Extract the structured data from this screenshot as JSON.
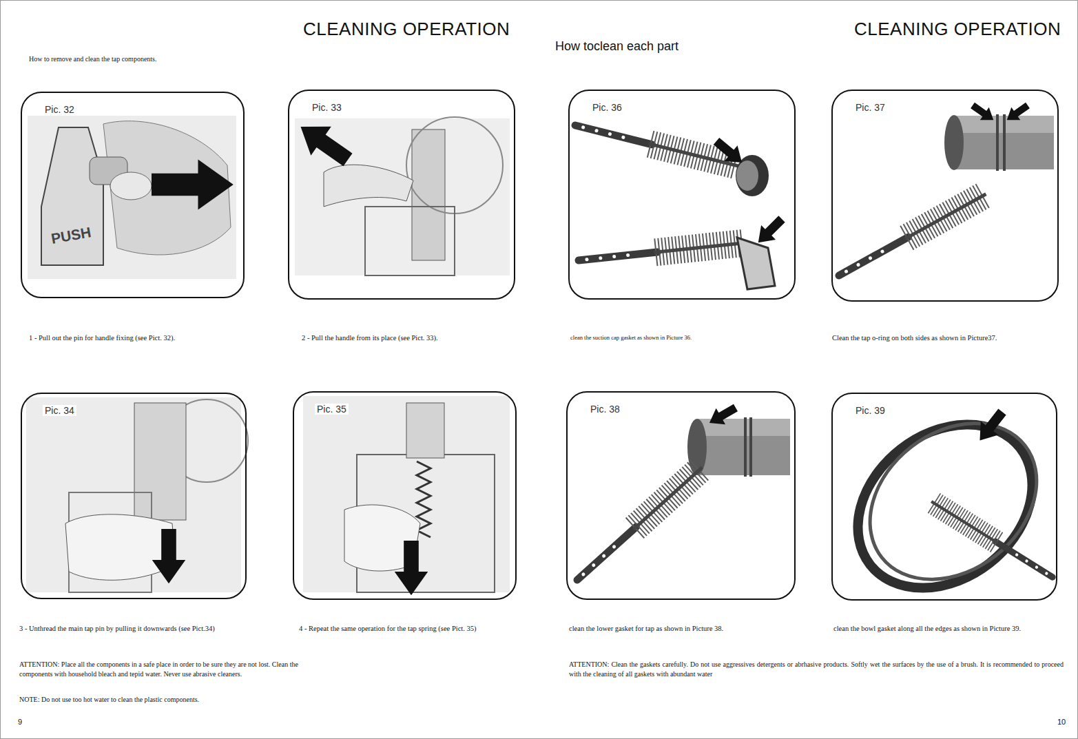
{
  "diagram": {
    "title": "CLEANING OPERATION",
    "nodes": [
      {
        "text": [
          "Pic. 32"
        ]
      },
      {
        "text": [
          "Pic. 33"
        ]
      },
      {
        "text": [
          "Pic. 36"
        ]
      },
      {
        "text": [
          "Pic. 37"
        ]
      },
      {
        "text": [
          "Pic. 34"
        ]
      },
      {
        "text": [
          "Pic. 35"
        ]
      },
      {
        "text": [
          "Pic. 38"
        ]
      },
      {
        "text": [
          "Pic. 39"
        ]
      }
    ],
    "labels": [
      "CLEANING OPERATION",
      "How toclean each part",
      "How to remove and clean the tap components.",
      "1 - Pull out the pin for handle fixing (see Pict. 32).",
      "2 - Pull the handle from its place (see Pict. 33).",
      "clean the suction cap gasket as shown in Picture 36.",
      "Clean the tap o-ring on both sides as shown in Picture37.",
      "3 - Unthread the main tap pin by pulling it downwards (see Pict.34)",
      "4 - Repeat the same operation for the tap spring (see Pict. 35)",
      "clean the lower gasket for tap as shown in Picture 38.",
      "clean the bowl gasket along all the edges as shown in Picture 39.",
      "ATTENTION: Place all the components in a safe place in order to be sure they are not lost. Clean the components with household bleach and tepid water. Never use abrasive cleaners.",
      "NOTE: Do not use too hot water to clean the plastic components.",
      "ATTENTION: Clean the gaskets carefully. Do not use aggressives detergents or abrhasive products. Softly wet the surfaces by the use of a brush. It is recommended to proceed with the cleaning of all gaskets with abundant water",
      "9",
      "10",
      "PUSH"
    ]
  }
}
